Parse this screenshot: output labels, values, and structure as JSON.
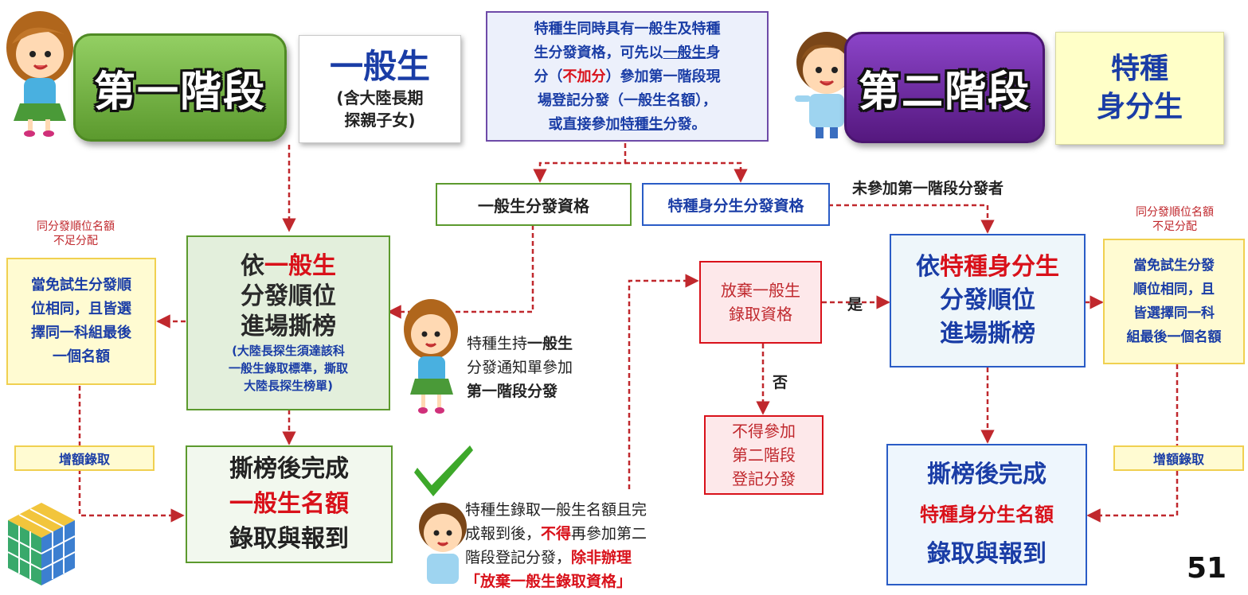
{
  "stage1": {
    "title": "第一階段",
    "general": {
      "main": "一般生",
      "sub1": "(含大陸長期",
      "sub2": "探親子女)"
    }
  },
  "stage2": {
    "title": "第二階段",
    "special": {
      "line1": "特種",
      "line2": "身分生"
    }
  },
  "top_note": {
    "l1": "特種生同時具有一般生及特種",
    "l2a": "生分發資格，可先以",
    "l2u": "一般生",
    "l2b": "身",
    "l3a": "分（",
    "l3b": "不加分",
    "l3c": "）參加第一階段現",
    "l4": "場登記分發（一般生名額），",
    "l5a": "或直接參加",
    "l5u": "特種生",
    "l5b": "分發。"
  },
  "qual": {
    "general": "一般生分發資格",
    "special": "特種身分生分發資格",
    "not_joined": "未參加第一階段分發者"
  },
  "left_flow": {
    "side_label_l1": "同分發順位名額",
    "side_label_l2": "不足分配",
    "side_box": [
      "當免試生分發順",
      "位相同，且皆選",
      "擇同一科組最後",
      "一個名額"
    ],
    "main_l1a": "依",
    "main_l1b": "一般生",
    "main_l2": "分發順位",
    "main_l3": "進場撕榜",
    "main_sub": [
      "(大陸長探生須達該科",
      "一般生錄取標準，撕取",
      "大陸長探生榜單)"
    ],
    "extra": "增額錄取",
    "result_l1": "撕榜後完成",
    "result_l2": "一般生名額",
    "result_l3": "錄取與報到"
  },
  "mid_text": {
    "a1": "特種生持",
    "a2": "一般生",
    "b1": "分發通知單參加",
    "c1": "第一階段分發"
  },
  "bottom_text": {
    "l1": "特種生錄取一般生名額且完",
    "l2a": "成報到後，",
    "l2b": "不得",
    "l2c": "再參加第二",
    "l3a": "階段登記分發，",
    "l3b": "除非辦理",
    "l4": "「放棄一般生錄取資格」"
  },
  "decision": {
    "give_up_l1": "放棄一般生",
    "give_up_l2": "錄取資格",
    "yes": "是",
    "no": "否",
    "cannot": [
      "不得參加",
      "第二階段",
      "登記分發"
    ]
  },
  "right_flow": {
    "main_l1a": "依",
    "main_l1b": "特種身分生",
    "main_l2": "分發順位",
    "main_l3": "進場撕榜",
    "side_label_l1": "同分發順位名額",
    "side_label_l2": "不足分配",
    "side_box": [
      "當免試生分發",
      "順位相同，且",
      "皆選擇同一科",
      "組最後一個名額"
    ],
    "extra": "增額錄取",
    "result_l1": "撕榜後完成",
    "result_l2": "特種身分生名額",
    "result_l3": "錄取與報到"
  },
  "page_number": "51",
  "colors": {
    "red_dashed": "#c0282d",
    "green": "#5c9a2e",
    "purple": "#55187f",
    "blue": "#1a3da6"
  }
}
